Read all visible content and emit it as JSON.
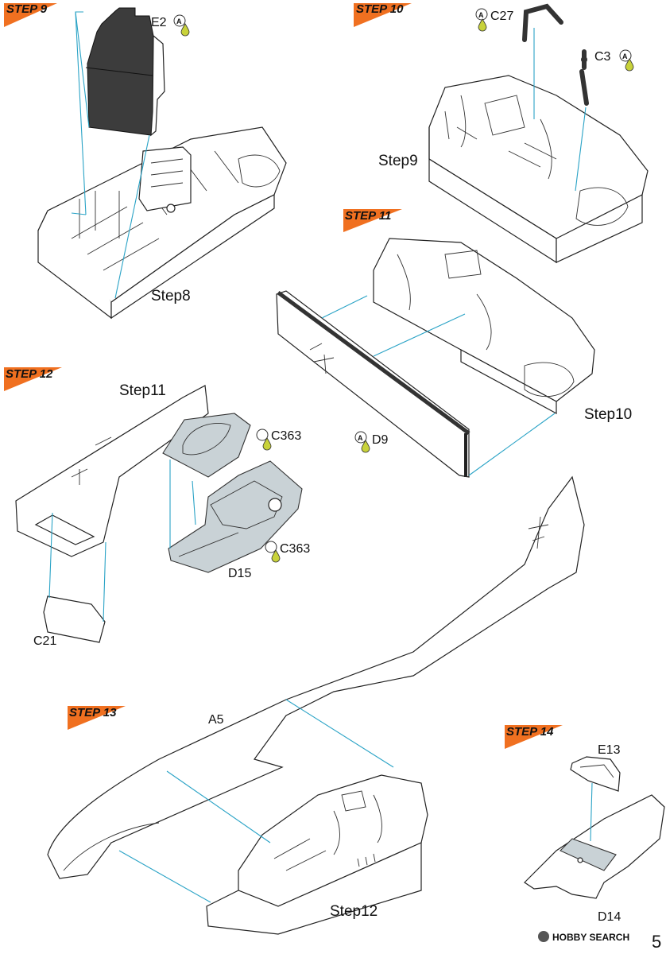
{
  "colors": {
    "step_banner": "#f07020",
    "guide_line": "#2aa3c6",
    "dark_part": "#3c3c3c",
    "grey_part": "#c9d2d6",
    "paint_drop_yellow": "#c8d23a"
  },
  "steps": {
    "s9": "STEP 9",
    "s10": "STEP 10",
    "s11": "STEP 11",
    "s12": "STEP 12",
    "s13": "STEP 13",
    "s14": "STEP 14"
  },
  "assemblies": {
    "step8": "Step8",
    "step9": "Step9",
    "step10": "Step10",
    "step11": "Step11",
    "step12": "Step12"
  },
  "parts": {
    "e2": "E2",
    "c27": "C27",
    "c3": "C3",
    "d9": "D9",
    "c363_a": "C363",
    "c363_b": "C363",
    "d15": "D15",
    "c21": "C21",
    "a5": "A5",
    "e13": "E13",
    "d14": "D14"
  },
  "badge_letter": "A",
  "footer": {
    "brand": "HOBBY SEARCH",
    "page_number": "5"
  }
}
